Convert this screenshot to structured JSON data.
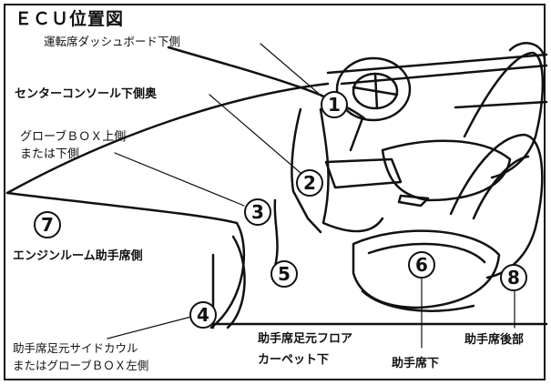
{
  "title": "ＥＣＵ位置図",
  "labels": {
    "dash_lower": "運転席ダッシュボード下側",
    "console_back": "センターコンソール下側奥",
    "glovebox_line1": "グローブＢＯＸ上側",
    "glovebox_line2": "または下側",
    "engine_room": "エンジンルーム助手席側",
    "kick_line1": "助手席足元サイドカウル",
    "kick_line2": "またはグローブＢＯＸ左側",
    "floor_line1": "助手席足元フロア",
    "floor_line2": "カーペット下",
    "under_seat": "助手席下",
    "rear_seat": "助手席後部"
  },
  "markers": [
    "1",
    "2",
    "3",
    "4",
    "5",
    "6",
    "7",
    "8"
  ]
}
